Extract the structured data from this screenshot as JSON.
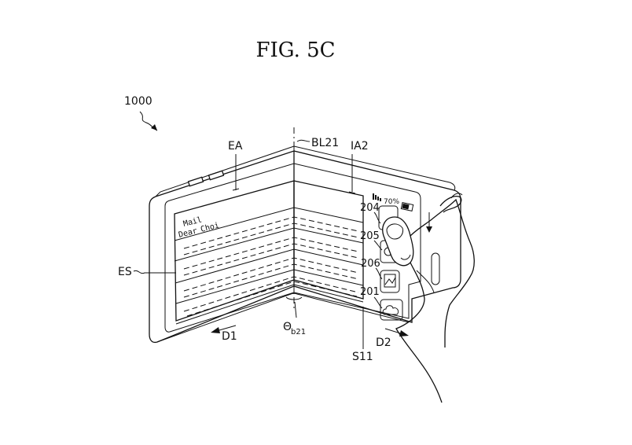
{
  "figure": {
    "title": "FIG. 5C",
    "device_ref": "1000"
  },
  "labels": {
    "ea": "EA",
    "bl21": "BL21",
    "ia2": "IA2",
    "es": "ES",
    "d1": "D1",
    "d2": "D2",
    "theta": "Θ",
    "theta_sub": "b21",
    "s11": "S11",
    "ref_204": "204",
    "ref_205": "205",
    "ref_206": "206",
    "ref_201": "201"
  },
  "screen": {
    "mail_title": "Mail",
    "greeting_word1": "Dear",
    "greeting_word2": "Choi"
  },
  "status": {
    "battery_percent": "70%"
  },
  "icons": [
    "signal-icon",
    "battery-icon",
    "app-icon-204",
    "app-icon-205",
    "gallery-icon",
    "cloud-icon",
    "finger-icon",
    "hand-icon"
  ]
}
